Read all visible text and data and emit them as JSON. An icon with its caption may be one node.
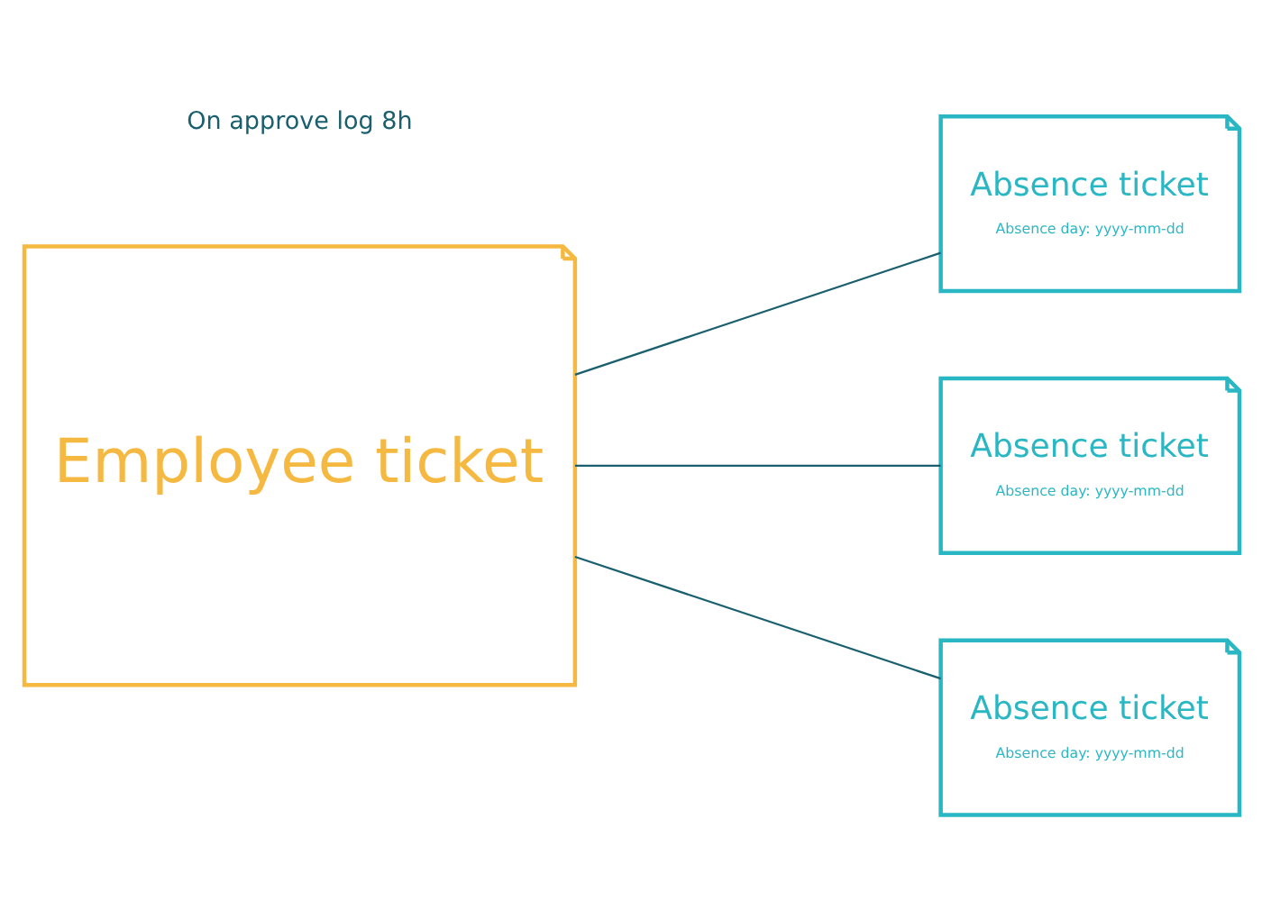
{
  "diagram": {
    "nodes": [
      {
        "text": [
          "Employee ticket"
        ]
      },
      {
        "text": [
          "Absence ticket",
          "Absence day: yyyy-mm-dd"
        ]
      },
      {
        "text": [
          "Absence ticket",
          "Absence day: yyyy-mm-dd"
        ]
      },
      {
        "text": [
          "Absence ticket",
          "Absence day: yyyy-mm-dd"
        ]
      }
    ],
    "edges": [
      {
        "from": 0,
        "to": 1,
        "arrow": "none"
      },
      {
        "from": 0,
        "to": 2,
        "arrow": "none"
      },
      {
        "from": 0,
        "to": 3,
        "arrow": "none"
      }
    ],
    "labels": [
      "On approve log 8h"
    ]
  }
}
